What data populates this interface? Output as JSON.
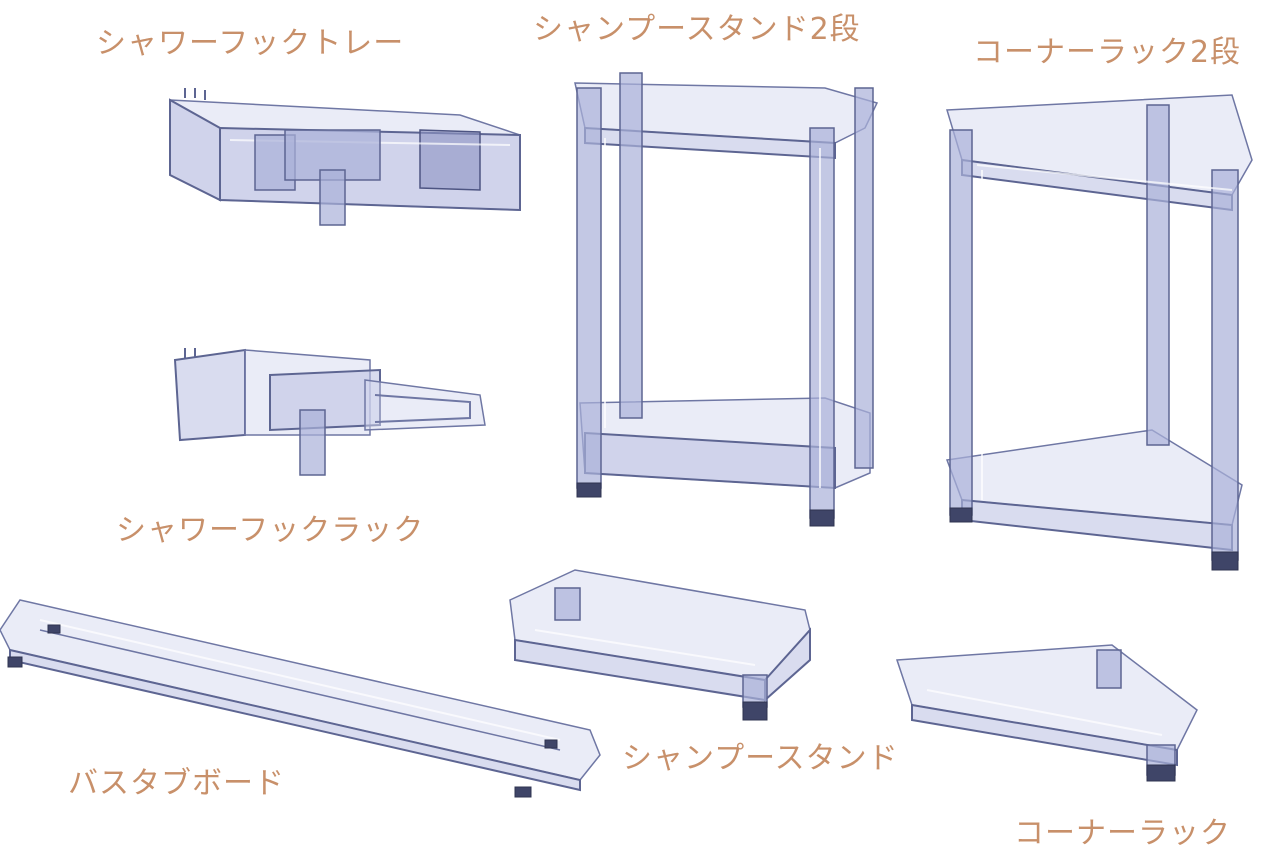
{
  "labels": {
    "shower_hook_tray": "シャワーフックトレー",
    "shampoo_stand_2": "シャンプースタンド2段",
    "corner_rack_2": "コーナーラック2段",
    "shower_hook_rack": "シャワーフックラック",
    "bathtub_board": "バスタブボード",
    "shampoo_stand": "シャンプースタンド",
    "corner_rack": "コーナーラック"
  },
  "colors": {
    "label_text": "#c8906a",
    "acrylic": "#b9bfe2",
    "edge": "#5d6592"
  }
}
